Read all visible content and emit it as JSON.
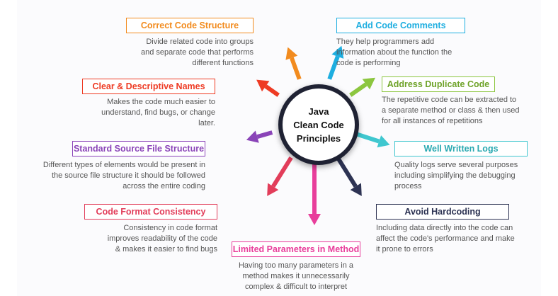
{
  "center": {
    "title": "Java\nClean Code\nPrinciples"
  },
  "nodes": [
    {
      "id": "correct-code-structure",
      "title": "Correct Code Structure",
      "color": "#f28b1e",
      "lines": [
        "Divide related code into groups",
        "and separate code that performs",
        "different functions"
      ]
    },
    {
      "id": "add-code-comments",
      "title": "Add Code Comments",
      "color": "#1eaee0",
      "lines": [
        "They help programmers add",
        "information about the function the",
        "code is performing"
      ]
    },
    {
      "id": "address-duplicate-code",
      "title": "Address Duplicate Code",
      "color": "#8cc63f",
      "lines": [
        "The repetitive code can be extracted to",
        "a separate method or class & then used",
        "for all instances of repetitions"
      ]
    },
    {
      "id": "well-written-logs",
      "title": "Well Written Logs",
      "color": "#3fc7cf",
      "lines": [
        "Quality logs serve several purposes",
        "including simplifying the debugging",
        "process"
      ]
    },
    {
      "id": "avoid-hardcoding",
      "title": "Avoid Hardcoding",
      "color": "#2d3353",
      "lines": [
        "Including data directly into the code can",
        "affect the code's performance and make",
        "it prone to errors"
      ]
    },
    {
      "id": "limited-parameters-in-method",
      "title": "Limited Parameters in Method",
      "color": "#e83e9b",
      "lines": [
        "Having too many parameters in a",
        "method makes it unnecessarily",
        "complex & difficult to interpret"
      ]
    },
    {
      "id": "code-format-consistency",
      "title": "Code Format Consistency",
      "color": "#e23d5a",
      "lines": [
        "Consistency in code format",
        "improves readability of the code",
        "& makes it easier to find bugs"
      ]
    },
    {
      "id": "standard-source-file-structure",
      "title": "Standard Source File Structure",
      "color": "#8a44b8",
      "lines": [
        "Different types of elements would be present in",
        "the source file structure it should be followed",
        "across the entire coding"
      ]
    },
    {
      "id": "clear-descriptive-names",
      "title": "Clear & Descriptive Names",
      "color": "#ee3b24",
      "lines": [
        "Makes the code much easier to",
        "understand, find bugs, or change",
        "later."
      ]
    }
  ]
}
